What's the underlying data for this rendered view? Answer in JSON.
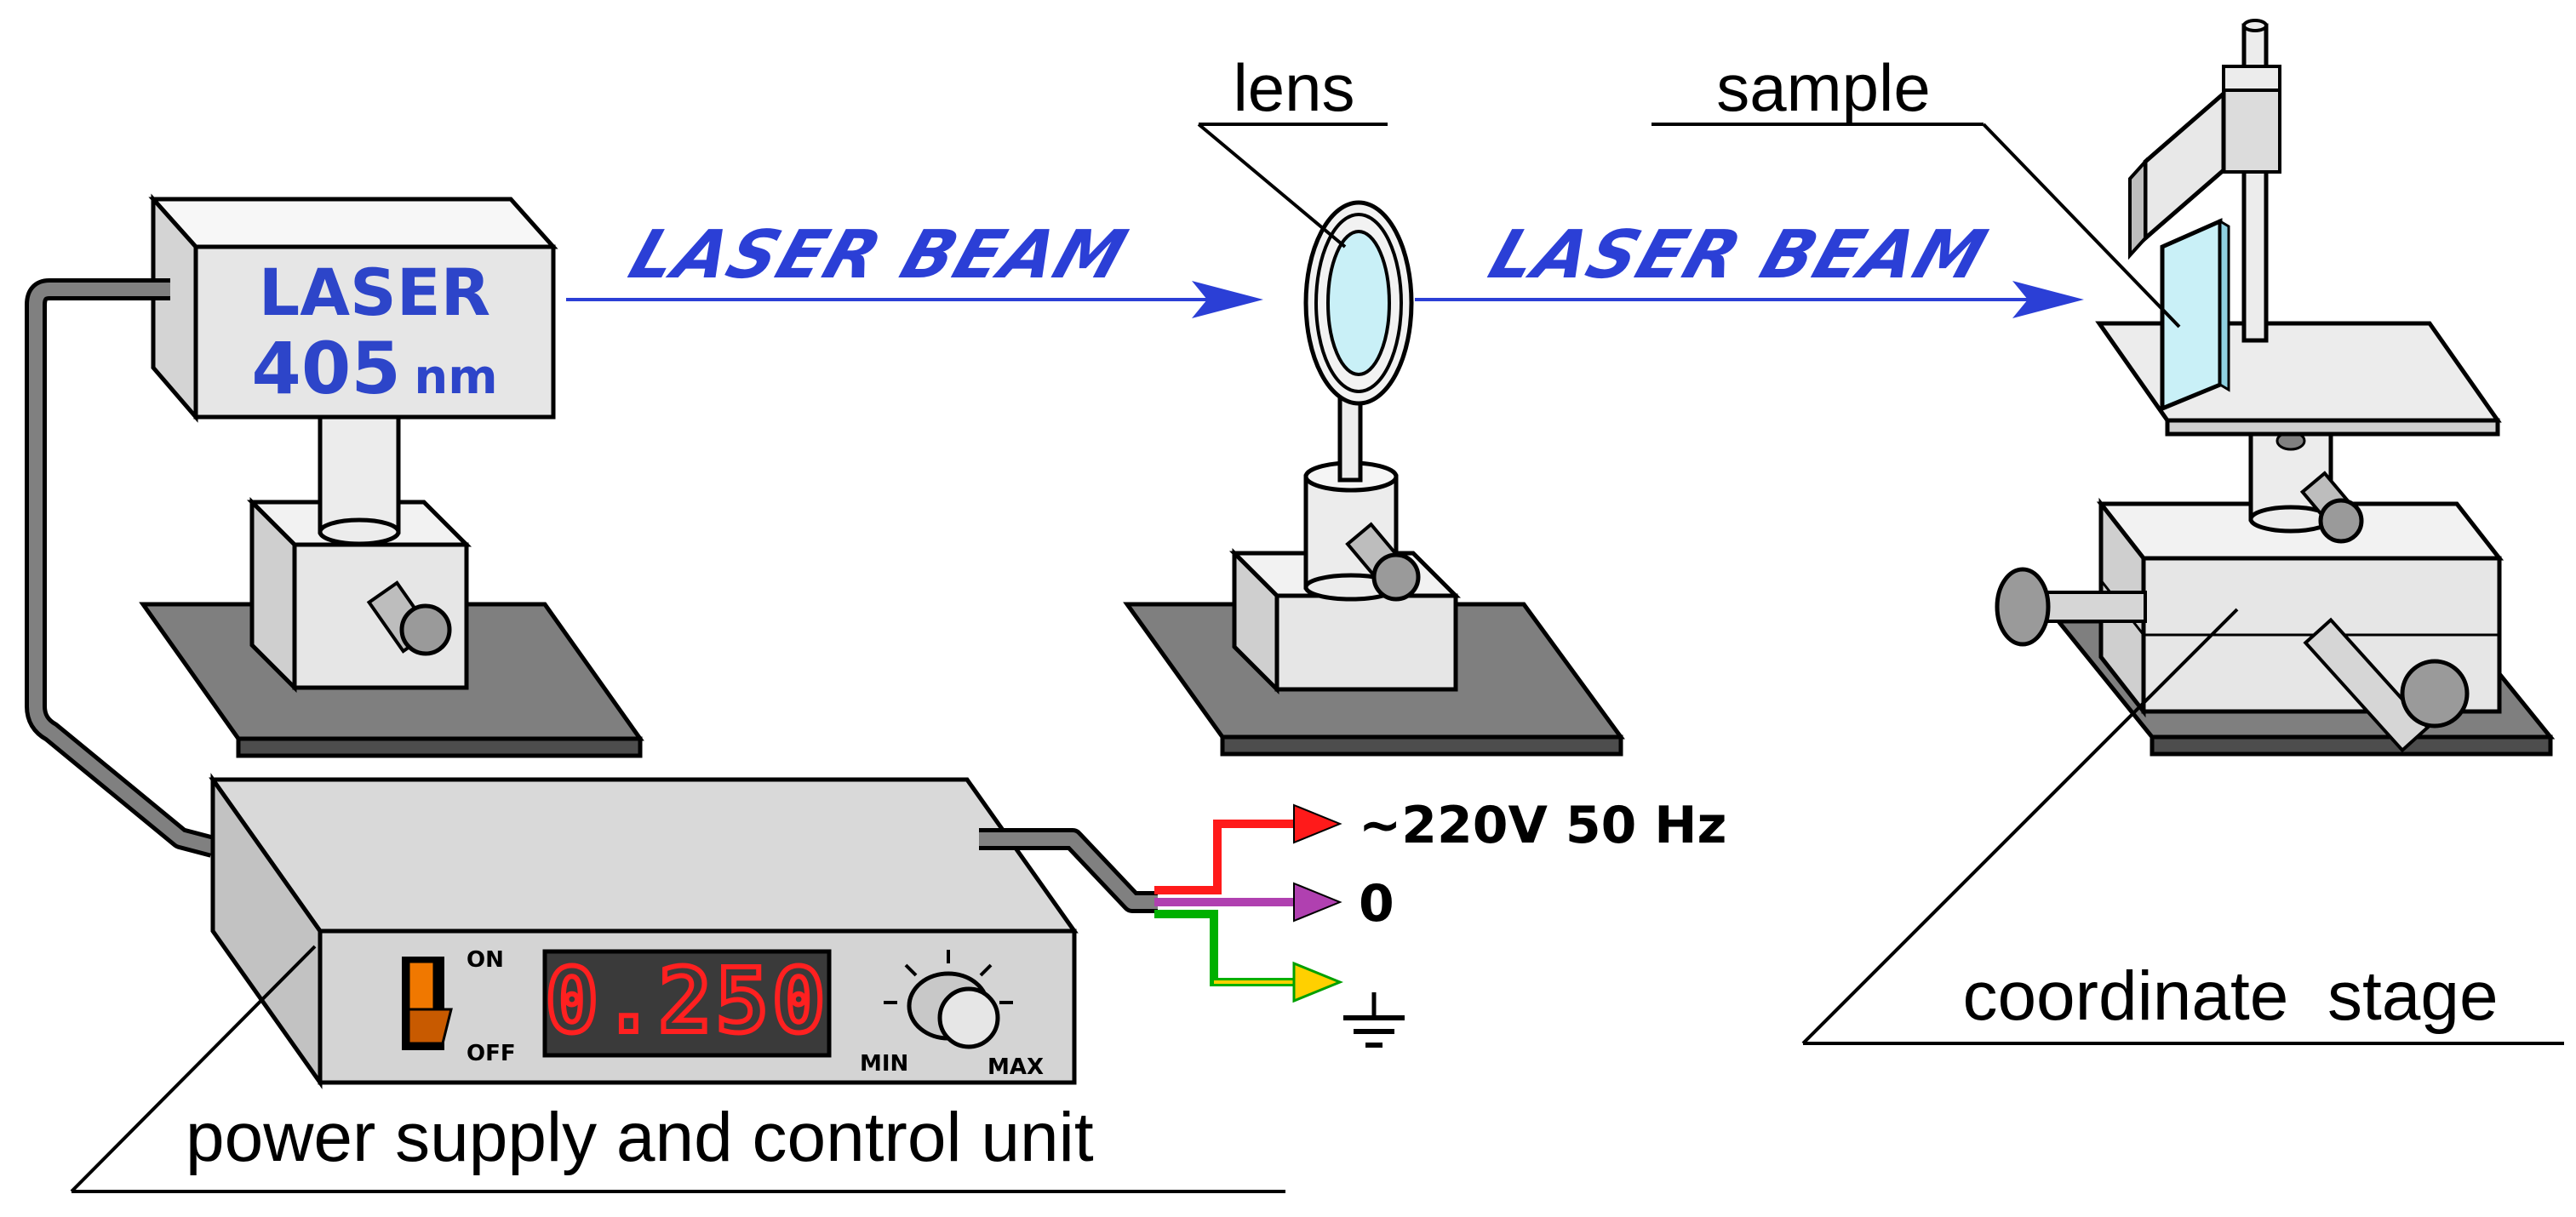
{
  "labels": {
    "lens": "lens",
    "sample": "sample",
    "coordinate_stage": "coordinate  stage",
    "power_unit": "power supply and control unit"
  },
  "laser": {
    "line1": "LASER",
    "wavelength": "405",
    "unit": "nm"
  },
  "beam": {
    "label_left": "LASER BEAM",
    "label_right": "LASER BEAM",
    "color": "#2b3fd6"
  },
  "power_unit": {
    "display_value": "0.250",
    "switch_on": "ON",
    "switch_off": "OFF",
    "knob_min": "MIN",
    "knob_max": "MAX"
  },
  "outputs": {
    "phase": "~220V 50 Hz",
    "neutral": "0",
    "phase_color": "#ff1a1a",
    "neutral_color": "#b040b0",
    "ground_color_1": "#00b000",
    "ground_color_2": "#ffd000"
  },
  "colors": {
    "body_fill": "#e2e2e2",
    "base_fill": "#7f7f7f",
    "outline": "#000000",
    "display_bg": "#3a3a3a",
    "display_digits": "#ff2020",
    "switch": "#f07800"
  }
}
